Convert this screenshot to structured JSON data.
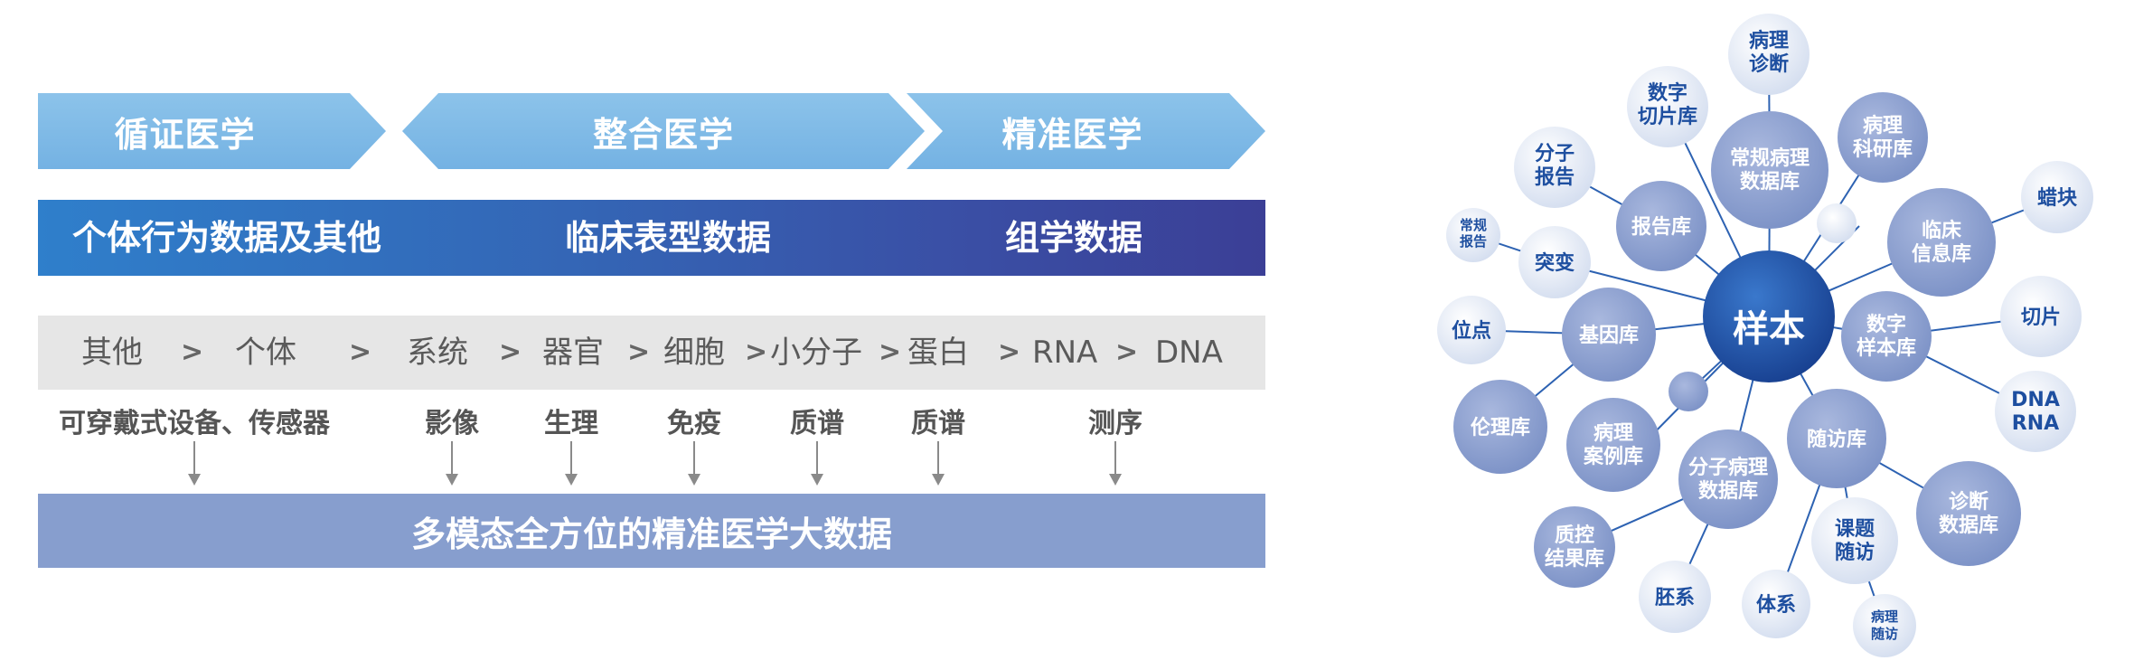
{
  "chevrons": [
    "循证医学",
    "整合医学",
    "精准医学"
  ],
  "data_band": [
    "个体行为数据及其他",
    "临床表型数据",
    "组学数据"
  ],
  "levels": [
    "其他",
    "个体",
    "系统",
    "器官",
    "细胞",
    "小分子",
    "蛋白",
    "RNA",
    "DNA"
  ],
  "level_separator": ">",
  "techniques": [
    "可穿戴式设备、传感器",
    "影像",
    "生理",
    "免疫",
    "质谱",
    "质谱",
    "测序"
  ],
  "bigdata_title": "多模态全方位的精准医学大数据",
  "network": {
    "center": "样本",
    "nodes": {
      "pathology_diag": [
        "病理",
        "诊断"
      ],
      "digital_slide": [
        "数字",
        "切片库"
      ],
      "routine_path": [
        "常规病理",
        "数据库"
      ],
      "path_research": [
        "病理",
        "科研库"
      ],
      "molecular_report": [
        "分子",
        "报告"
      ],
      "report_lib": [
        "报告库"
      ],
      "wax_block": [
        "蜡块"
      ],
      "routine_report": [
        "常规",
        "报告"
      ],
      "mutation": [
        "突变"
      ],
      "clinical_info": [
        "临床",
        "信息库"
      ],
      "slice": [
        "切片"
      ],
      "locus": [
        "位点"
      ],
      "gene_lib": [
        "基因库"
      ],
      "digital_sample": [
        "数字",
        "样本库"
      ],
      "dna_rna": [
        "DNA",
        "RNA"
      ],
      "ethics_lib": [
        "伦理库"
      ],
      "path_cases": [
        "病理",
        "案例库"
      ],
      "mol_path_db": [
        "分子病理",
        "数据库"
      ],
      "followup_lib": [
        "随访库"
      ],
      "diag_db": [
        "诊断",
        "数据库"
      ],
      "qc_results": [
        "质控",
        "结果库"
      ],
      "topic_followup": [
        "课题",
        "随访"
      ],
      "embryo_line": [
        "胚系"
      ],
      "body_fluid": [
        "体系"
      ],
      "path_followup": [
        "病理",
        "随访"
      ]
    }
  },
  "colors": {
    "chevron": "#7ab7e6",
    "data_band_start": "#2f7fcb",
    "data_band_end": "#3b3f96",
    "level_band": "#e6e6e6",
    "bigdata_band": "#879ece",
    "center_node": "#1e56a8",
    "mid_node": "#8ba0cf",
    "light_node": "#e8eef8",
    "node_text_dark": "#1e4fa0",
    "link": "#2d62b2"
  }
}
